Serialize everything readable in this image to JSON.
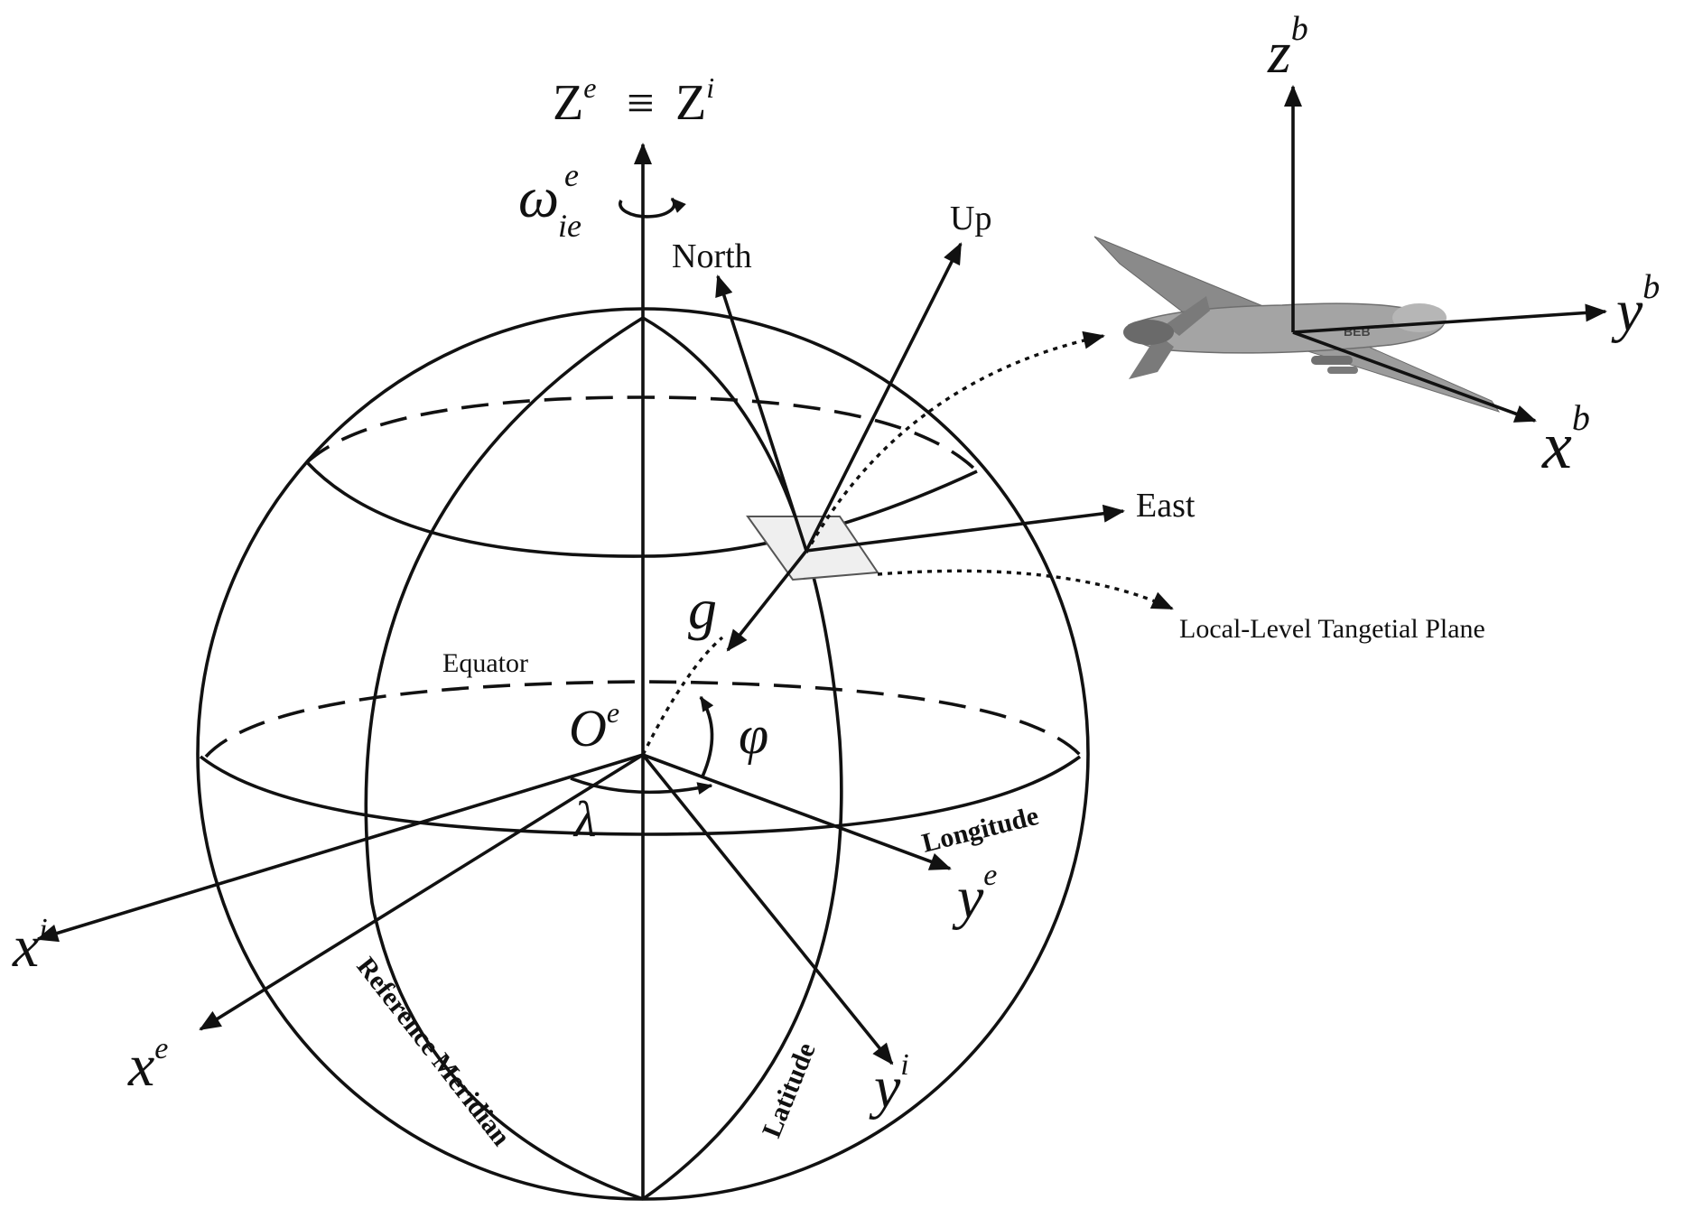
{
  "labels": {
    "z_axis_main": "Z",
    "z_axis_main_sup": "e",
    "z_equiv": "≡",
    "z_axis_inertial": "Z",
    "z_axis_inertial_sup": "i",
    "omega": "ω",
    "omega_sup": "e",
    "omega_sub": "ie",
    "north": "North",
    "up": "Up",
    "east": "East",
    "gravity": "g",
    "local_plane": "Local-Level Tangetial Plane",
    "equator": "Equator",
    "origin": "O",
    "origin_sup": "e",
    "phi": "φ",
    "lambda": "λ",
    "longitude": "Longitude",
    "reference_meridian": "Reference Meridian",
    "latitude": "Latitude",
    "x_inertial": "x",
    "x_inertial_sup": "i",
    "x_earth": "x",
    "x_earth_sup": "e",
    "y_earth": "y",
    "y_earth_sup": "e",
    "y_inertial": "y",
    "y_inertial_sup": "i",
    "z_body": "z",
    "z_body_sup": "b",
    "y_body": "y",
    "y_body_sup": "b",
    "x_body": "x",
    "x_body_sup": "b",
    "aircraft_marking": "BEB"
  },
  "icons": {
    "aircraft": "uav-drone-icon"
  },
  "colors": {
    "stroke": "#111111",
    "plane_fill": "#efefef",
    "aircraft_body": "#9a9a9a",
    "aircraft_dark": "#5e5e5e"
  }
}
